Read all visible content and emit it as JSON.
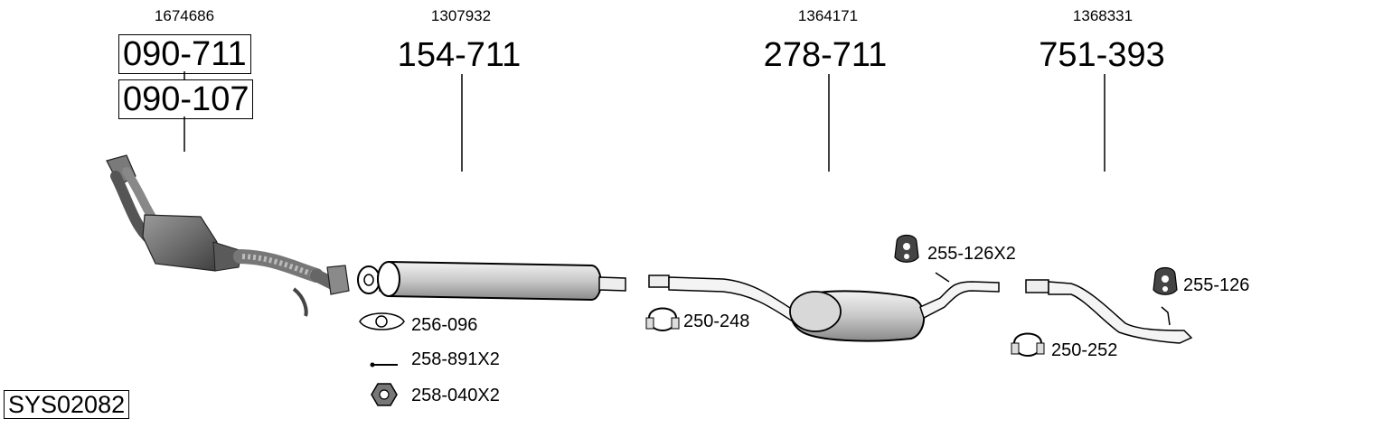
{
  "groups": [
    {
      "oem": "1674686",
      "parts": [
        "090-711",
        "090-107"
      ]
    },
    {
      "oem": "1307932",
      "parts": [
        "154-711"
      ]
    },
    {
      "oem": "1364171",
      "parts": [
        "278-711"
      ]
    },
    {
      "oem": "1368331",
      "parts": [
        "751-393"
      ]
    }
  ],
  "accessories": {
    "gasket": "256-096",
    "bolt": "258-891X2",
    "nut": "258-040X2",
    "clamp_front": "250-248",
    "hanger_middle": "255-126X2",
    "hanger_rear": "255-126",
    "clamp_rear": "250-252"
  },
  "system_code": "SYS02082"
}
